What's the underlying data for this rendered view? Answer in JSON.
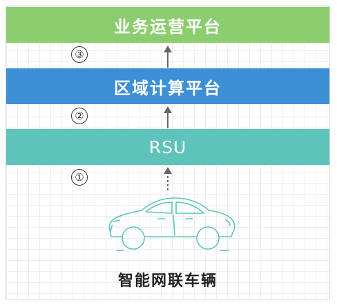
{
  "layers": {
    "business": {
      "label": "业务运营平台",
      "color": "#8ccd6f"
    },
    "edge": {
      "label": "区域计算平台",
      "color": "#3d8fd6"
    },
    "rsu": {
      "label": "RSU",
      "color": "#5ec4bb"
    }
  },
  "steps": [
    "③",
    "②",
    "①"
  ],
  "vehicle": {
    "label": "智能网联车辆",
    "icon": "car-icon",
    "outline_color": "#5ec4bb"
  },
  "arrows": {
    "solid_color": "#666666",
    "dashed_color": "#666666"
  }
}
